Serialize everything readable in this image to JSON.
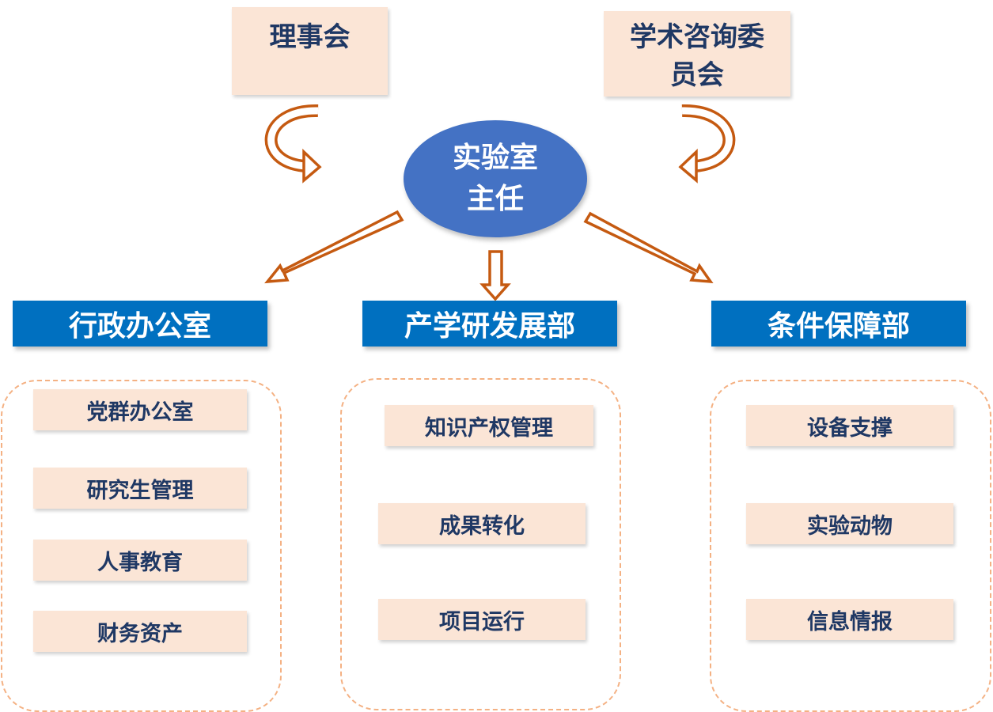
{
  "top": {
    "board": {
      "label": "理事会"
    },
    "committee": {
      "line1": "学术咨询委",
      "line2": "员会"
    }
  },
  "center": {
    "line1": "实验室",
    "line2": "主任"
  },
  "departments": [
    {
      "label": "行政办公室",
      "items": [
        "党群办公室",
        "研究生管理",
        "人事教育",
        "财务资产"
      ]
    },
    {
      "label": "产学研发展部",
      "items": [
        "知识产权管理",
        "成果转化",
        "项目运行"
      ]
    },
    {
      "label": "条件保障部",
      "items": [
        "设备支撑",
        "实验动物",
        "信息情报"
      ]
    }
  ],
  "colors": {
    "peach_box": "#fbe5d6",
    "box_text": "#1f3864",
    "department_blue": "#0070c0",
    "center_ellipse": "#4472c4",
    "arrow_orange": "#c55a11",
    "dashed_border": "#f4b183"
  },
  "icons": {
    "curved_arrow": "curved-arrow-icon",
    "down_arrow": "down-arrow-icon",
    "diagonal_arrow": "diagonal-arrow-icon"
  }
}
